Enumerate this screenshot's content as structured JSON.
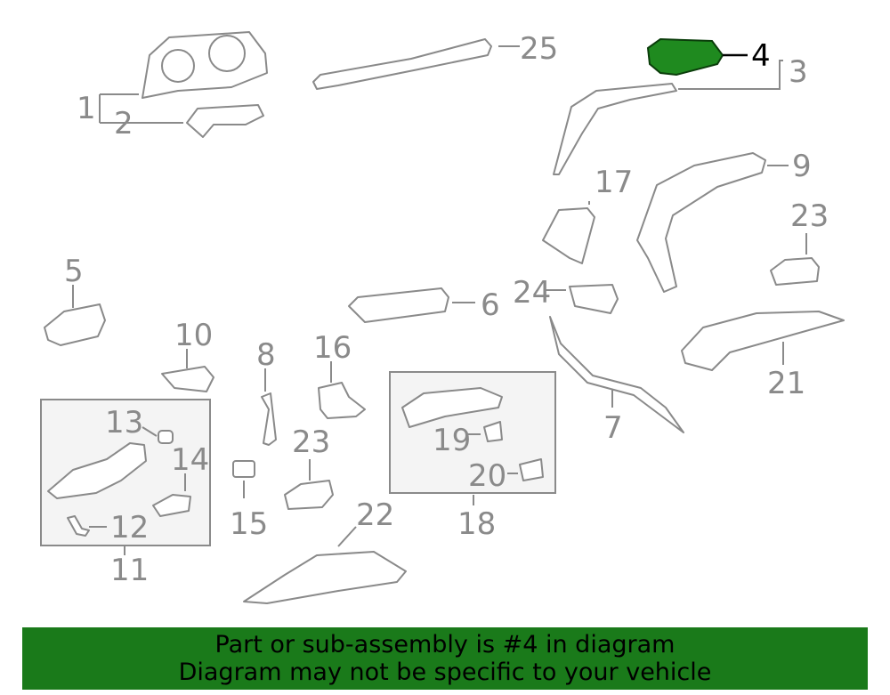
{
  "callouts": {
    "c1": "1",
    "c2": "2",
    "c3": "3",
    "c4": "4",
    "c5": "5",
    "c6": "6",
    "c7": "7",
    "c8": "8",
    "c9": "9",
    "c10": "10",
    "c11": "11",
    "c12": "12",
    "c13": "13",
    "c14": "14",
    "c15": "15",
    "c16": "16",
    "c17": "17",
    "c18": "18",
    "c19": "19",
    "c20": "20",
    "c21": "21",
    "c22": "22",
    "c23a": "23",
    "c23b": "23",
    "c24": "24",
    "c25": "25"
  },
  "highlight": {
    "part_number": "4",
    "color": "#1f8a1f"
  },
  "banner": {
    "line1": "Part or sub-assembly is #4 in diagram",
    "line2": "Diagram may not be specific to your vehicle",
    "background": "#1a7a1a"
  }
}
